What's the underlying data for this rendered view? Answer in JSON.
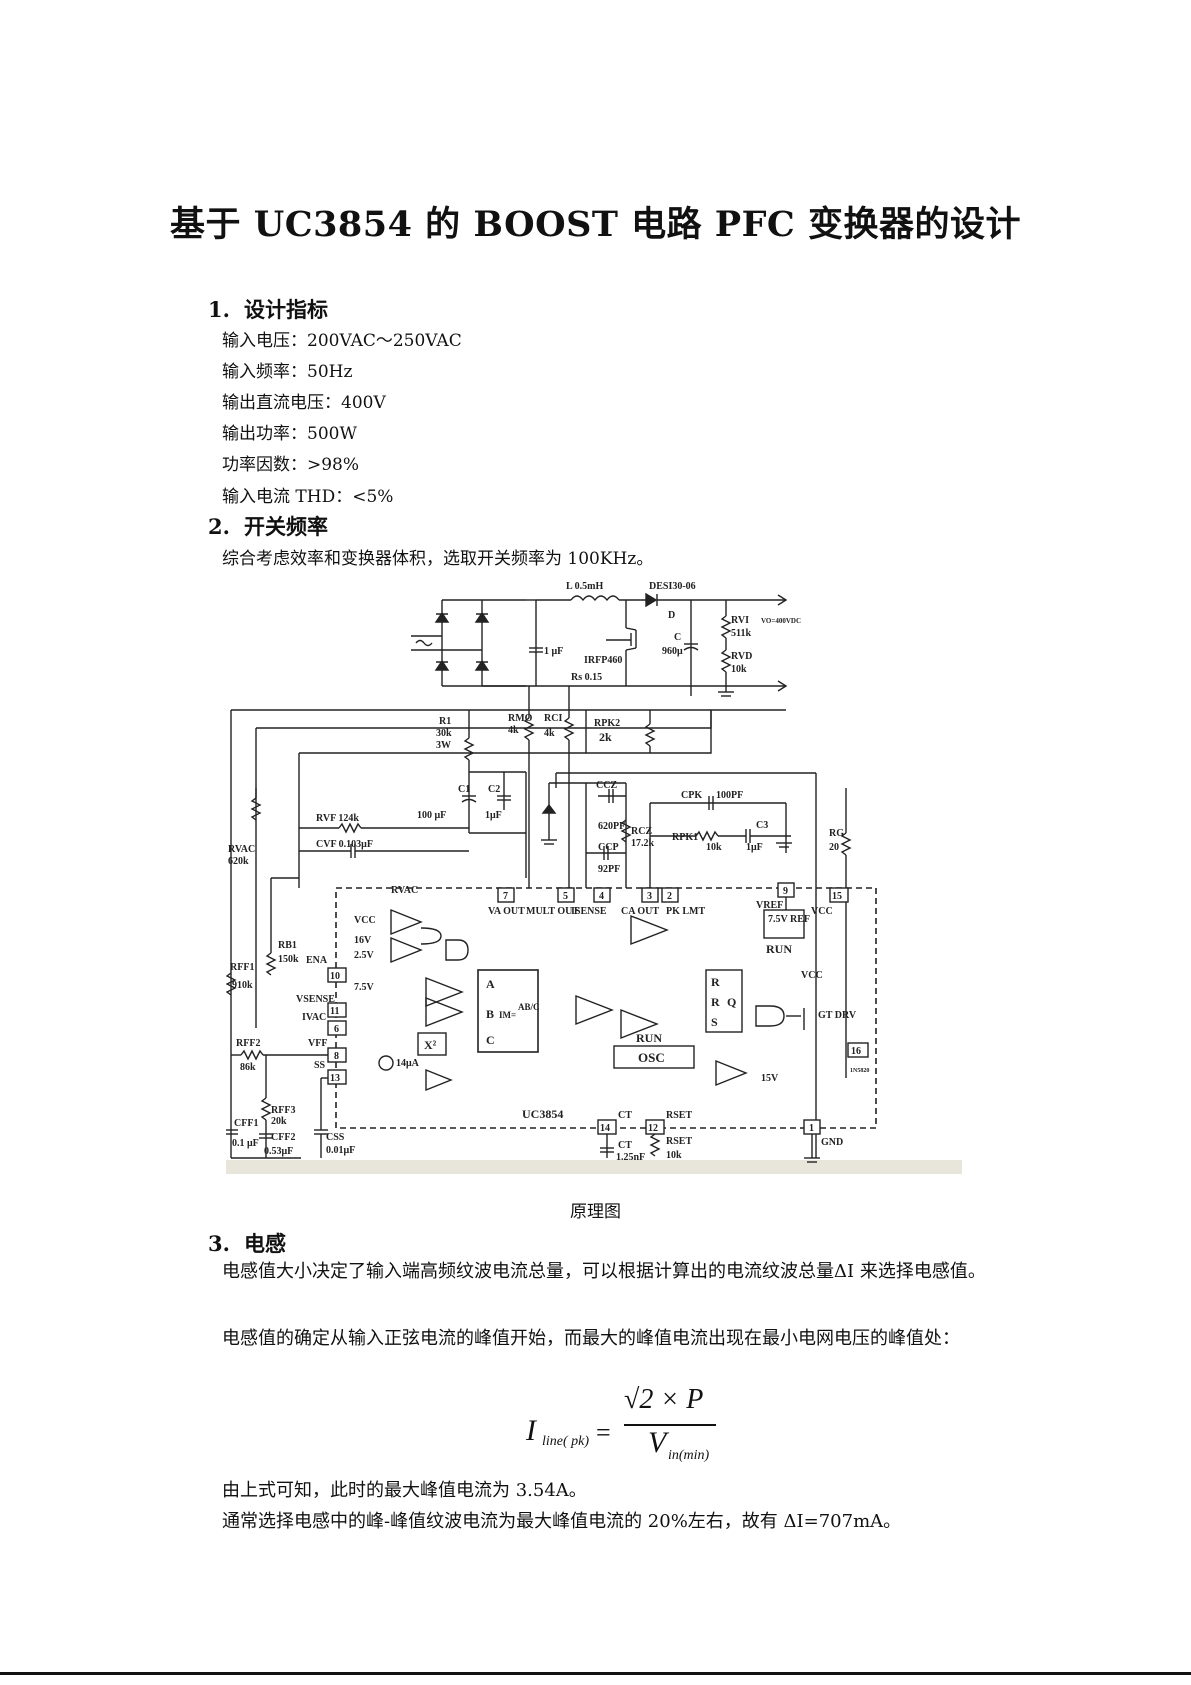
{
  "title": "基于 UC3854 的 BOOST 电路 PFC 变换器的设计",
  "sections": {
    "s1": {
      "num": "1.",
      "heading": "设计指标",
      "items": [
        "输入电压：200VAC～250VAC",
        "输入频率：50Hz",
        "输出直流电压：400V",
        "输出功率：500W",
        "功率因数：>98%",
        "输入电流 THD：<5%"
      ]
    },
    "s2": {
      "num": "2.",
      "heading": "开关频率",
      "text": "综合考虑效率和变换器体积，选取开关频率为 100KHz。"
    },
    "s3": {
      "num": "3.",
      "heading": "电感",
      "p1": "电感值大小决定了输入端高频纹波电流总量，可以根据计算出的电流纹波总量ΔI 来选择电感值。",
      "p2": "电感值的确定从输入正弦电流的峰值开始，而最大的峰值电流出现在最小电网电压的峰值处：",
      "p3": "由上式可知，此时的最大峰值电流为 3.54A。",
      "p4": "通常选择电感中的峰-峰值纹波电流为最大峰值电流的 20%左右，故有 ΔI=707mA。"
    }
  },
  "figure": {
    "caption": "原理图",
    "chip": "UC3854",
    "labels": {
      "L": "L 0.5mH",
      "D": "DESI30-06",
      "Dl": "D",
      "C1u": "1 μF",
      "Q": "IRFP460",
      "C": "C",
      "Cv": "960μ",
      "Rvi": "RVI",
      "Rvi_v": "511k",
      "Vo": "VO=400VDC",
      "Rvd": "RVD",
      "Rvd_v": "10k",
      "Rs": "Rs 0.15",
      "R1": "R1",
      "R1v": "30k",
      "R1w": "3W",
      "Rmo": "RMO",
      "Rmov": "4k",
      "Rci": "RCI",
      "Rciv": "4k",
      "Rpk2": "RPK2",
      "Rpk2v": "2k",
      "C1": "C1",
      "C1v": "100 μF",
      "C2": "C2",
      "C2v": "1μF",
      "Ccz": "CCZ",
      "Cczv": "620PF",
      "Rcz": "RCZ",
      "Rczv": "17.2k",
      "Ccp": "CCP",
      "Ccpv": "92PF",
      "Cpk": "CPK",
      "Cpkv": "100PF",
      "Rpk1": "RPK1",
      "Rpk1v": "10k",
      "Cs": "C3",
      "Csv": "1μF",
      "Rvf": "RVF 124k",
      "Cvf": "CVF 0.103μF",
      "Rvac": "RVAC",
      "Rvacv": "620k",
      "Rg": "RG",
      "Rgv": "20",
      "Rb1": "RB1",
      "Rb1v": "150k",
      "Rff1": "RFF1",
      "Rff1v": "910k",
      "Rff2": "RFF2",
      "Rff2v": "86k",
      "Rff3": "RFF3",
      "Rff3v": "20k",
      "Cff1": "CFF1",
      "Cff1v": "0.1 μF",
      "Cff2": "CFF2",
      "Cff2v": "0.53μF",
      "Css": "CSS",
      "Cssv": "0.01μF",
      "Ct": "CT",
      "Ctv": "1.25nF",
      "Rset": "RSET",
      "Rsetv": "10k",
      "Ct2": "CT",
      "Rset2": "RSET",
      "Gnd": "GND",
      "Vcc": "VCC",
      "Vcc2": "VCC",
      "Vref": "VREF",
      "Ref": "7.5V REF",
      "Run": "RUN",
      "Run2": "RUN",
      "Osc": "OSC",
      "Gtdrv": "GT DRV",
      "V15": "15V",
      "Ena": "ENA",
      "Vsense": "VSENSE",
      "Ivac": "IVAC",
      "Vff": "VFF",
      "Ss": "SS",
      "Ss14": "14μA",
      "Va": "VA OUT",
      "Mult": "MULT OUT",
      "Isense": "ISENSE",
      "Ca": "CA OUT",
      "Pk": "PK LMT",
      "Vcc16": "VCC",
      "V16": "16V",
      "V25": "2.5V",
      "V75": "7.5V",
      "A": "A",
      "B": "B",
      "Cc": "C",
      "Im": "IM=",
      "Ab": "AB/C",
      "X2": "X²",
      "Rq": "R",
      "Qq": "Q",
      "Sq": "S",
      "Ds": "1N5820",
      "Bvac": "RVAC",
      "p7": "7",
      "p5": "5",
      "p4": "4",
      "p3": "3",
      "p2": "2",
      "p9": "9",
      "p15": "15",
      "p10": "10",
      "p11": "11",
      "p6": "6",
      "p8": "8",
      "p13": "13",
      "p14": "14",
      "p12": "12",
      "p1": "1",
      "p16": "16"
    }
  },
  "formula": {
    "lhs": "I",
    "lhs_sub": "line( pk)",
    "eq": "=",
    "num": "√2 × P",
    "den": "V",
    "den_sub": "in(min)"
  }
}
